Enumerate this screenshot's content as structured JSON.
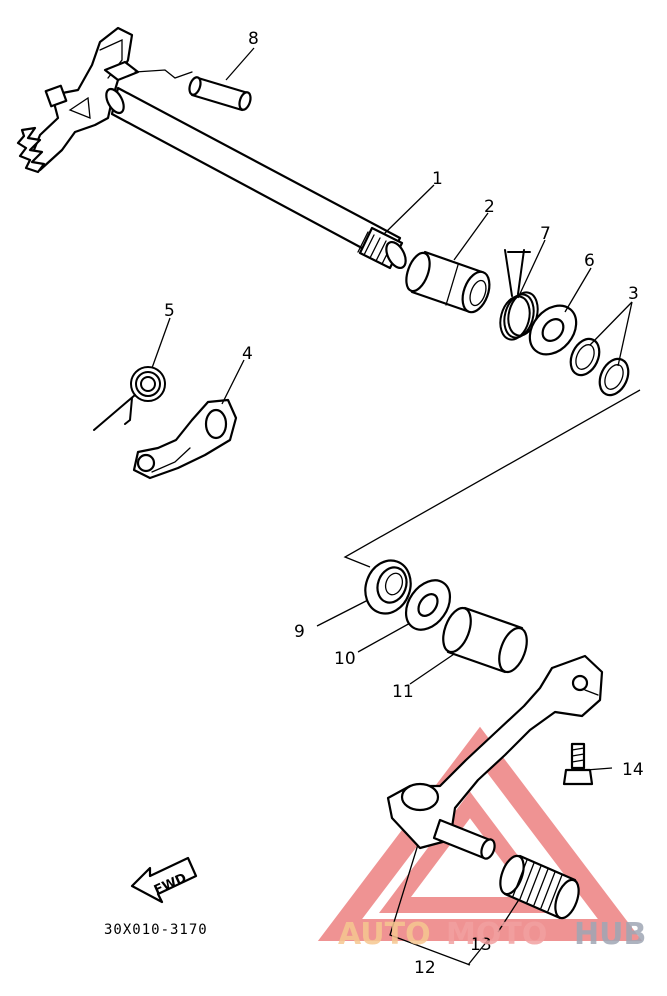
{
  "callouts": {
    "p1": "1",
    "p2": "2",
    "p3": "3",
    "p4": "4",
    "p5": "5",
    "p6": "6",
    "p7": "7",
    "p8": "8",
    "p9": "9",
    "p10": "10",
    "p11": "11",
    "p12": "12",
    "p13": "13",
    "p14": "14"
  },
  "fwd_label": "FWD",
  "diagram_code": "30X010-3170",
  "watermark": {
    "part1": "AUTO",
    "part2": "MOTO",
    "part3": "HUB"
  },
  "colors": {
    "line": "#000000",
    "watermark_red": "#e23b3b",
    "watermark_orange": "#f2a650",
    "watermark_gray": "#6b7385"
  }
}
